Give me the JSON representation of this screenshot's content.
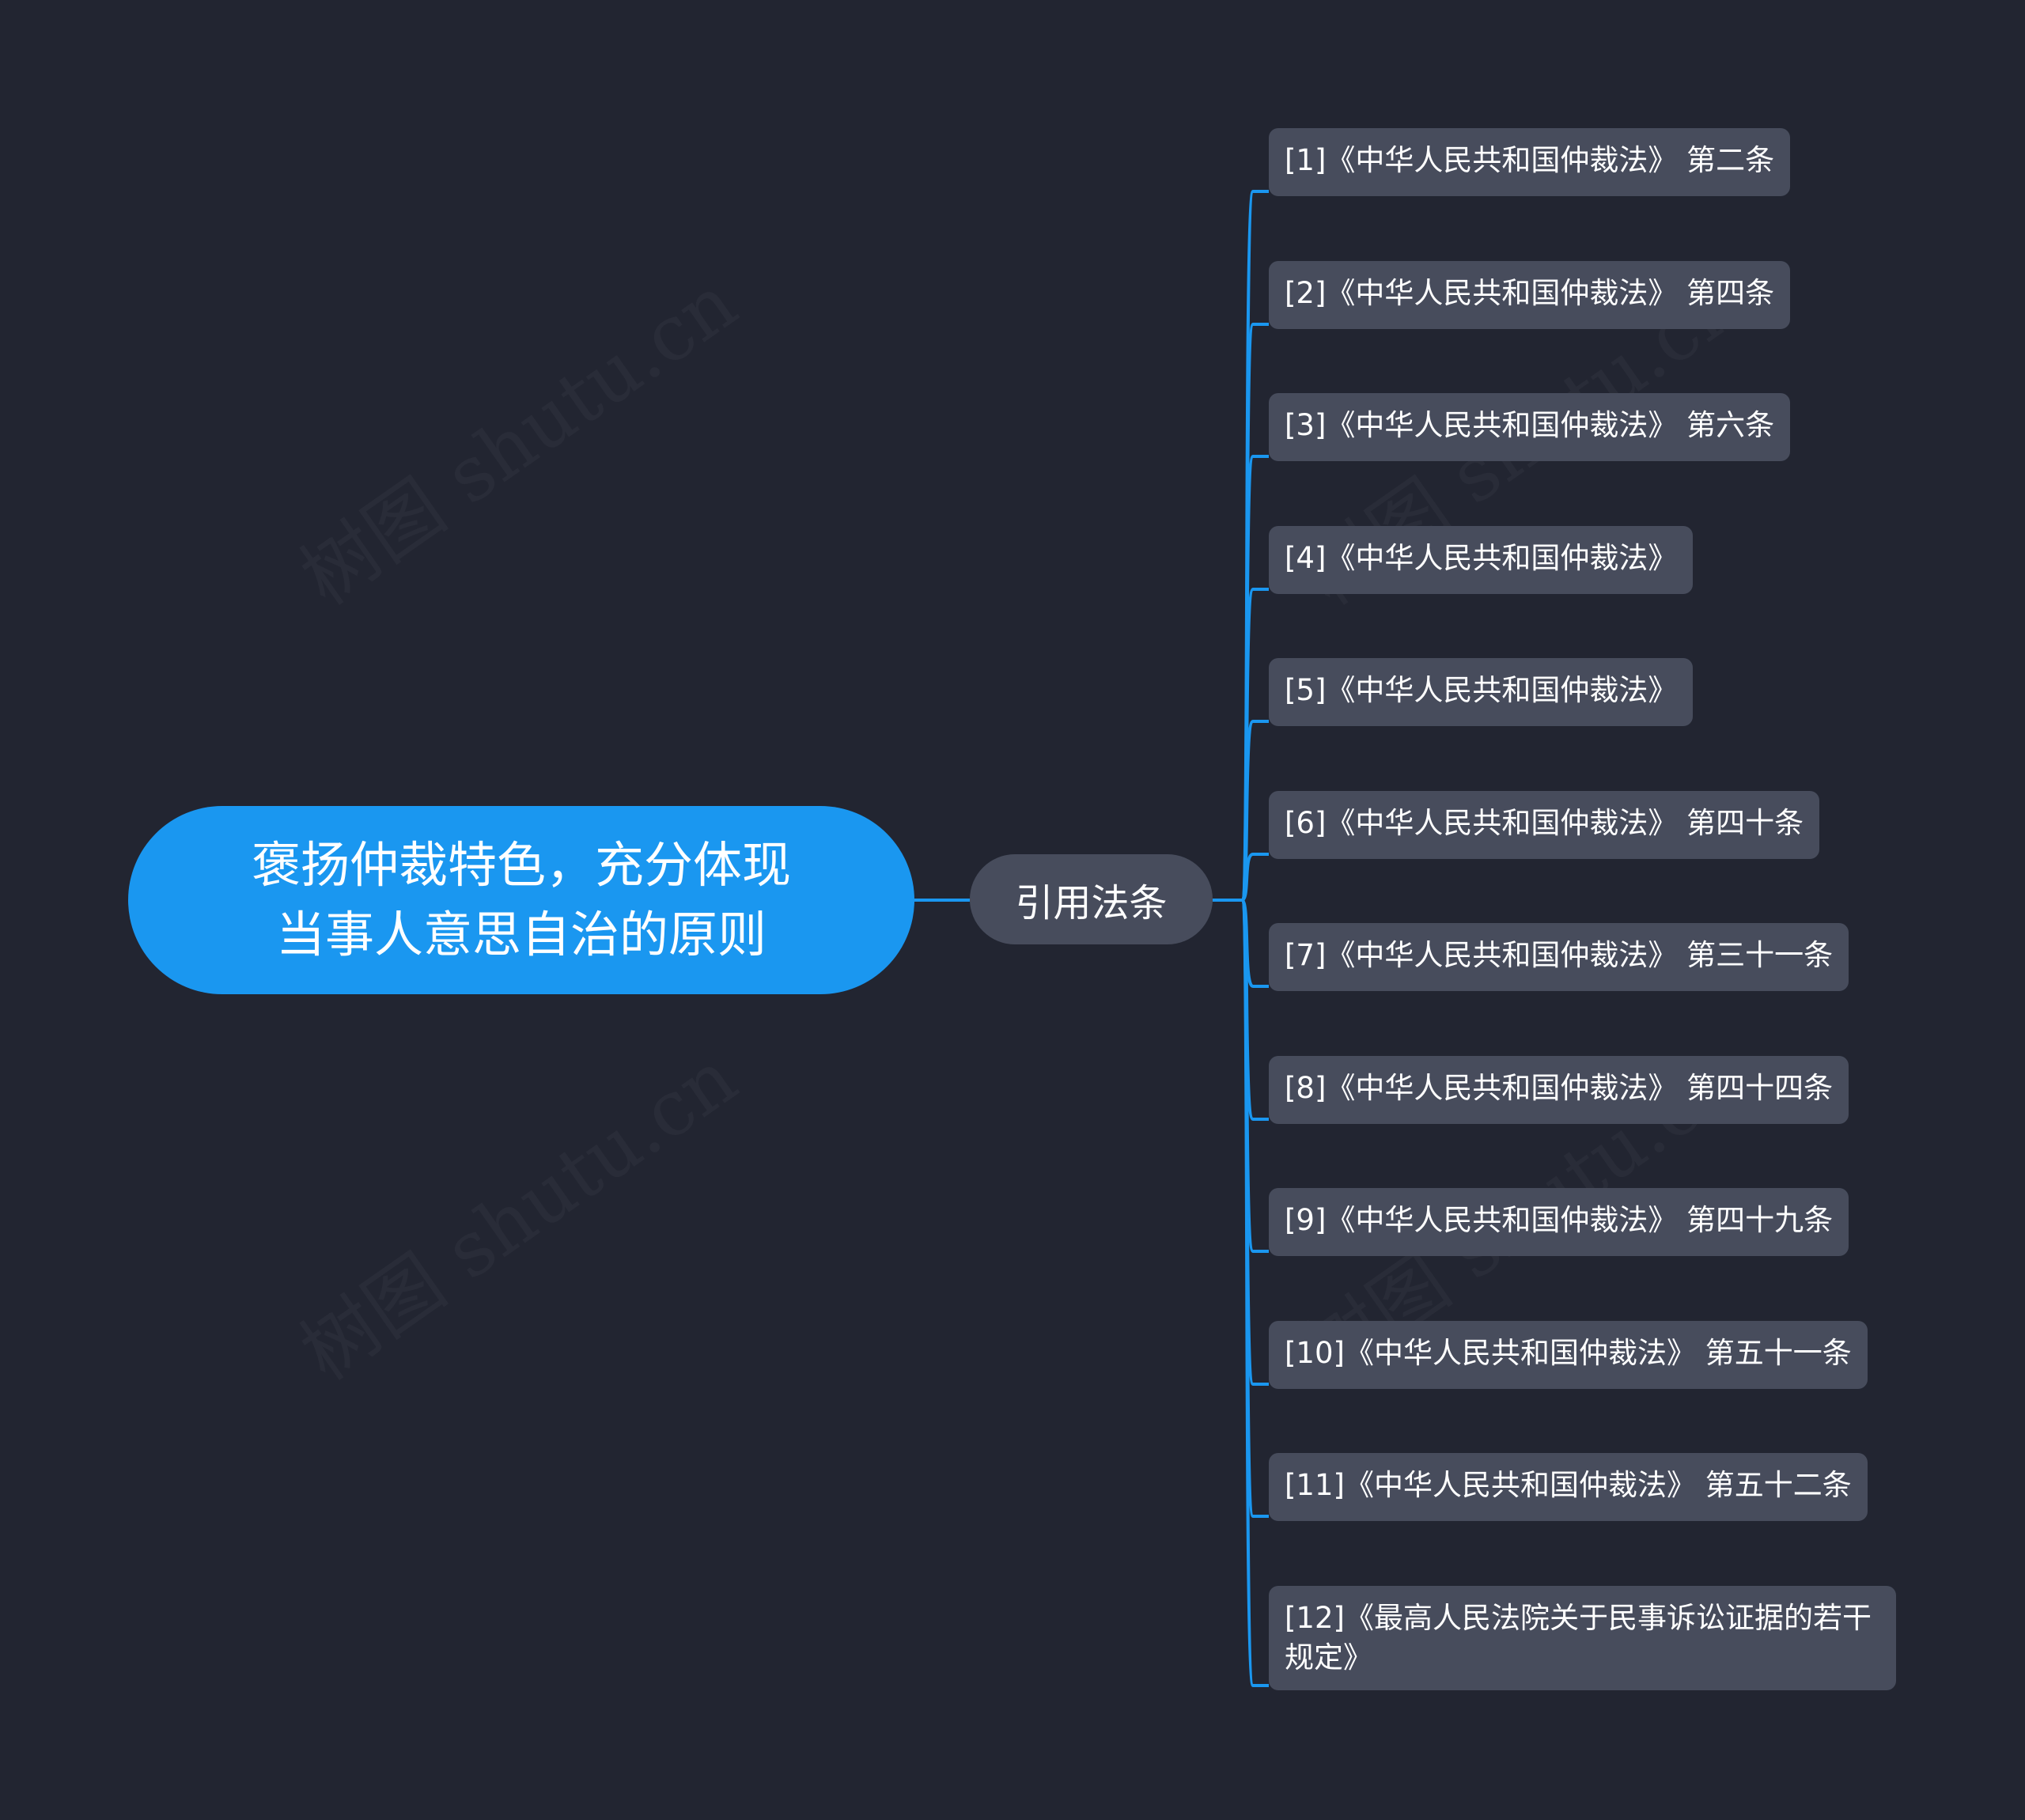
{
  "colors": {
    "background": "#222531",
    "root_fill": "#1a97f0",
    "node_fill": "#474c5c",
    "connector": "#1a97f0",
    "text": "#ffffff"
  },
  "watermark": "树图 shutu.cn",
  "root": {
    "line1": "褒扬仲裁特色，充分体现",
    "line2": "当事人意思自治的原则"
  },
  "branch": {
    "label": "引用法条"
  },
  "leaves": [
    {
      "label": "[1]《中华人民共和国仲裁法》 第二条"
    },
    {
      "label": "[2]《中华人民共和国仲裁法》 第四条"
    },
    {
      "label": "[3]《中华人民共和国仲裁法》 第六条"
    },
    {
      "label": "[4]《中华人民共和国仲裁法》"
    },
    {
      "label": "[5]《中华人民共和国仲裁法》"
    },
    {
      "label": "[6]《中华人民共和国仲裁法》 第四十条"
    },
    {
      "label": "[7]《中华人民共和国仲裁法》 第三十一条"
    },
    {
      "label": "[8]《中华人民共和国仲裁法》 第四十四条"
    },
    {
      "label": "[9]《中华人民共和国仲裁法》 第四十九条"
    },
    {
      "label": "[10]《中华人民共和国仲裁法》 第五十一条"
    },
    {
      "label": "[11]《中华人民共和国仲裁法》 第五十二条"
    },
    {
      "label": "[12]《最高人民法院关于民事诉讼证据的若干规定》"
    }
  ]
}
